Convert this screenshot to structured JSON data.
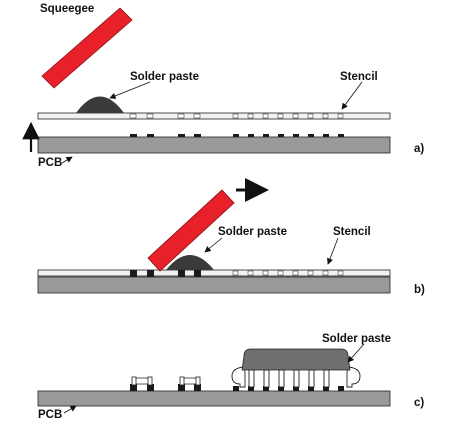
{
  "labels": {
    "squeegee": "Squeegee",
    "solder_paste_a": "Solder paste",
    "stencil_a": "Stencil",
    "pcb_a": "PCB",
    "solder_paste_b": "Solder paste",
    "stencil_b": "Stencil",
    "solder_paste_c": "Solder paste",
    "pcb_c": "PCB"
  },
  "panel_tags": {
    "a": "a)",
    "b": "b)",
    "c": "c)"
  },
  "colors": {
    "board": "#999999",
    "stencil": "#f2f2f2",
    "squeegee": "#e8202a",
    "paste": "#3a3a3a",
    "component": "#6f6f6f",
    "pad": "#1a1a1a",
    "outline": "#222222"
  }
}
